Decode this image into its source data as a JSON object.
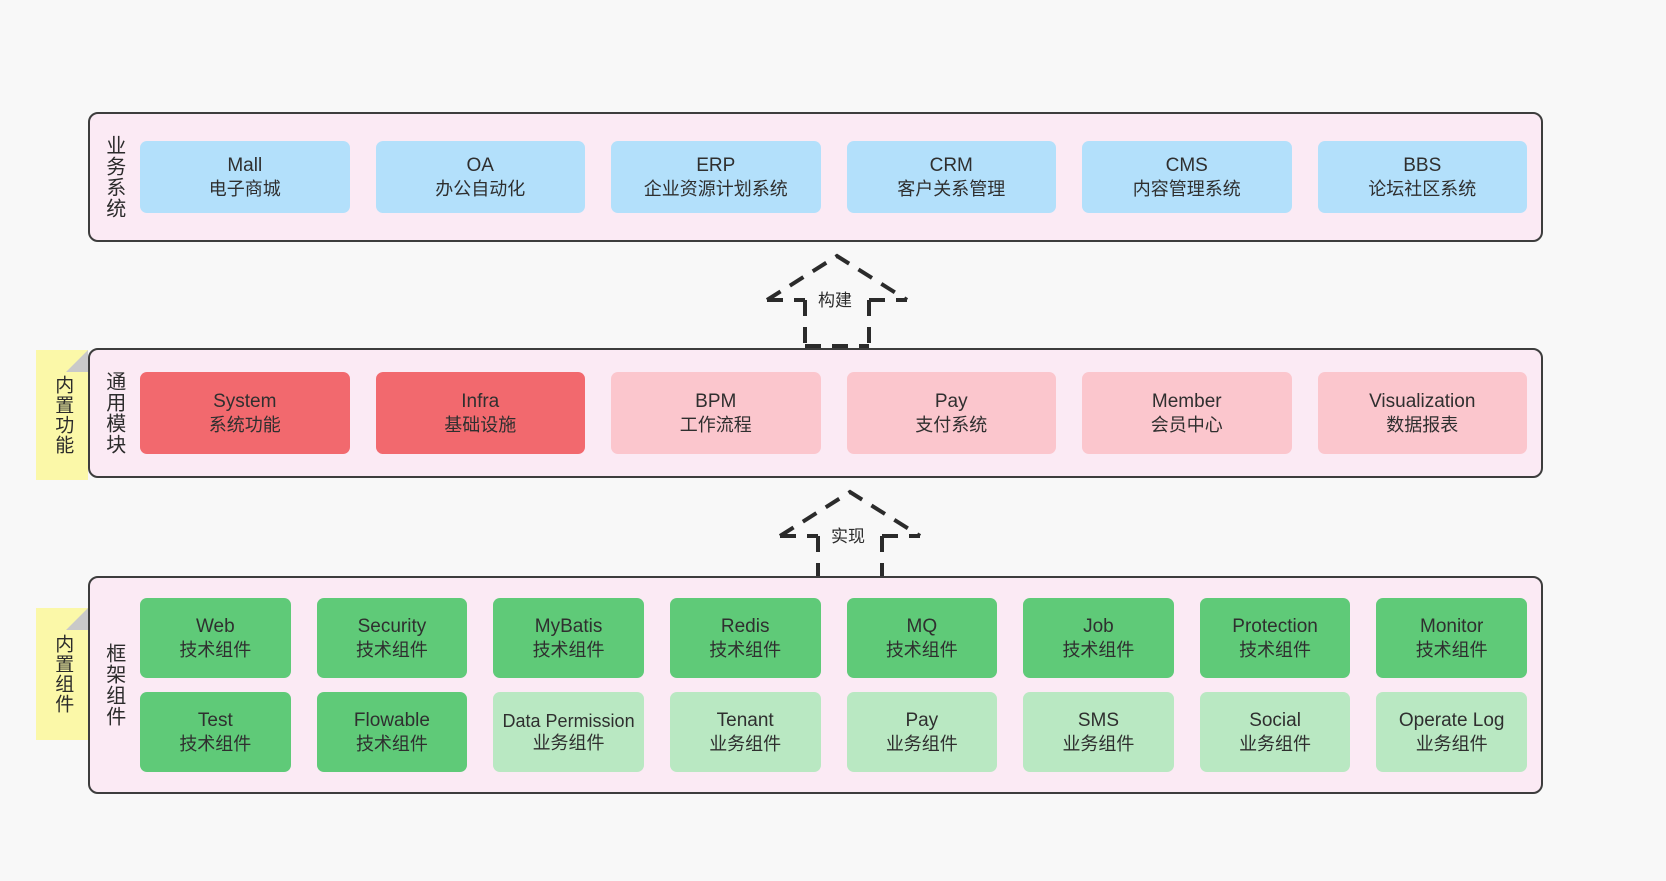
{
  "diagram": {
    "title": "",
    "colors": {
      "band_bg": "#fbeaf4",
      "band_border": "#3d3d3d",
      "business": "#b3e0fb",
      "module_strong": "#f2696e",
      "module_light": "#fbc6cd",
      "component_tech": "#5fca78",
      "component_biz": "#b9e8c2",
      "note": "#fbf8a8",
      "canvas": "#f8f8f8"
    },
    "notes": [
      {
        "name": "builtin-feature",
        "label": "内置功能"
      },
      {
        "name": "builtin-component",
        "label": "内置组件"
      }
    ],
    "connectors": [
      {
        "name": "build",
        "label": "构建",
        "style": "dashed-hollow-triangle-up"
      },
      {
        "name": "implement",
        "label": "实现",
        "style": "dashed-hollow-triangle-up"
      }
    ],
    "layers": [
      {
        "name": "business-system",
        "label": "业务系统",
        "rows": [
          {
            "cells": [
              {
                "t1": "Mall",
                "t2": "电子商城",
                "color": "blue"
              },
              {
                "t1": "OA",
                "t2": "办公自动化",
                "color": "blue"
              },
              {
                "t1": "ERP",
                "t2": "企业资源计划系统",
                "color": "blue"
              },
              {
                "t1": "CRM",
                "t2": "客户关系管理",
                "color": "blue"
              },
              {
                "t1": "CMS",
                "t2": "内容管理系统",
                "color": "blue"
              },
              {
                "t1": "BBS",
                "t2": "论坛社区系统",
                "color": "blue"
              }
            ]
          }
        ]
      },
      {
        "name": "common-module",
        "label": "通用模块",
        "rows": [
          {
            "cells": [
              {
                "t1": "System",
                "t2": "系统功能",
                "color": "red"
              },
              {
                "t1": "Infra",
                "t2": "基础设施",
                "color": "red"
              },
              {
                "t1": "BPM",
                "t2": "工作流程",
                "color": "pink"
              },
              {
                "t1": "Pay",
                "t2": "支付系统",
                "color": "pink"
              },
              {
                "t1": "Member",
                "t2": "会员中心",
                "color": "pink"
              },
              {
                "t1": "Visualization",
                "t2": "数据报表",
                "color": "pink"
              }
            ]
          }
        ]
      },
      {
        "name": "framework-component",
        "label": "框架组件",
        "rows": [
          {
            "cells": [
              {
                "t1": "Web",
                "t2": "技术组件",
                "color": "green"
              },
              {
                "t1": "Security",
                "t2": "技术组件",
                "color": "green"
              },
              {
                "t1": "MyBatis",
                "t2": "技术组件",
                "color": "green"
              },
              {
                "t1": "Redis",
                "t2": "技术组件",
                "color": "green"
              },
              {
                "t1": "MQ",
                "t2": "技术组件",
                "color": "green"
              },
              {
                "t1": "Job",
                "t2": "技术组件",
                "color": "green"
              },
              {
                "t1": "Protection",
                "t2": "技术组件",
                "color": "green"
              },
              {
                "t1": "Monitor",
                "t2": "技术组件",
                "color": "green"
              }
            ]
          },
          {
            "cells": [
              {
                "t1": "Test",
                "t2": "技术组件",
                "color": "green"
              },
              {
                "t1": "Flowable",
                "t2": "技术组件",
                "color": "green"
              },
              {
                "t1": "Data Permission",
                "t2": "业务组件",
                "color": "lightgreen"
              },
              {
                "t1": "Tenant",
                "t2": "业务组件",
                "color": "lightgreen"
              },
              {
                "t1": "Pay",
                "t2": "业务组件",
                "color": "lightgreen"
              },
              {
                "t1": "SMS",
                "t2": "业务组件",
                "color": "lightgreen"
              },
              {
                "t1": "Social",
                "t2": "业务组件",
                "color": "lightgreen"
              },
              {
                "t1": "Operate Log",
                "t2": "业务组件",
                "color": "lightgreen"
              }
            ]
          }
        ]
      }
    ]
  }
}
